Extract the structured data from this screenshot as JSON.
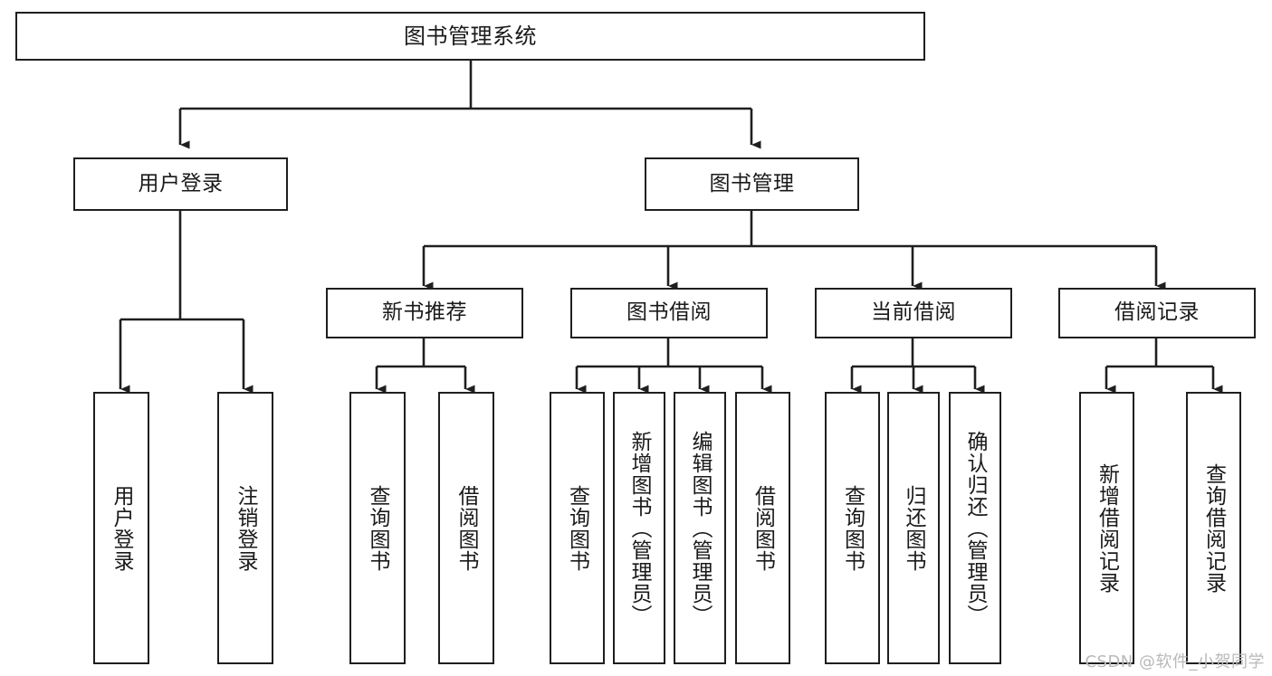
{
  "diagram": {
    "type": "tree-hierarchy-chart",
    "title": "图书管理系统",
    "background_color": "#ffffff",
    "line_color": "#1f1f1f",
    "box_fill": "#ffffff",
    "text_color": "#1a1a1a"
  },
  "root": {
    "label": "图书管理系统"
  },
  "level2": [
    {
      "label": "用户登录"
    },
    {
      "label": "图书管理"
    }
  ],
  "level3": [
    {
      "label": "新书推荐"
    },
    {
      "label": "图书借阅"
    },
    {
      "label": "当前借阅"
    },
    {
      "label": "借阅记录"
    }
  ],
  "leaves": {
    "user_login": [
      {
        "label": "用户登录"
      },
      {
        "label": "注销登录"
      }
    ],
    "new_book_recommend": [
      {
        "label": "查询图书"
      },
      {
        "label": "借阅图书"
      }
    ],
    "book_borrow": [
      {
        "label": "查询图书"
      },
      {
        "label": "新增图书（管理员）"
      },
      {
        "label": "编辑图书（管理员）"
      },
      {
        "label": "借阅图书"
      }
    ],
    "current_borrow": [
      {
        "label": "查询图书"
      },
      {
        "label": "归还图书"
      },
      {
        "label": "确认归还（管理员）"
      }
    ],
    "borrow_record": [
      {
        "label": "新增借阅记录"
      },
      {
        "label": "查询借阅记录"
      }
    ]
  },
  "watermark": {
    "text": "CSDN @软件_小贺同学"
  }
}
